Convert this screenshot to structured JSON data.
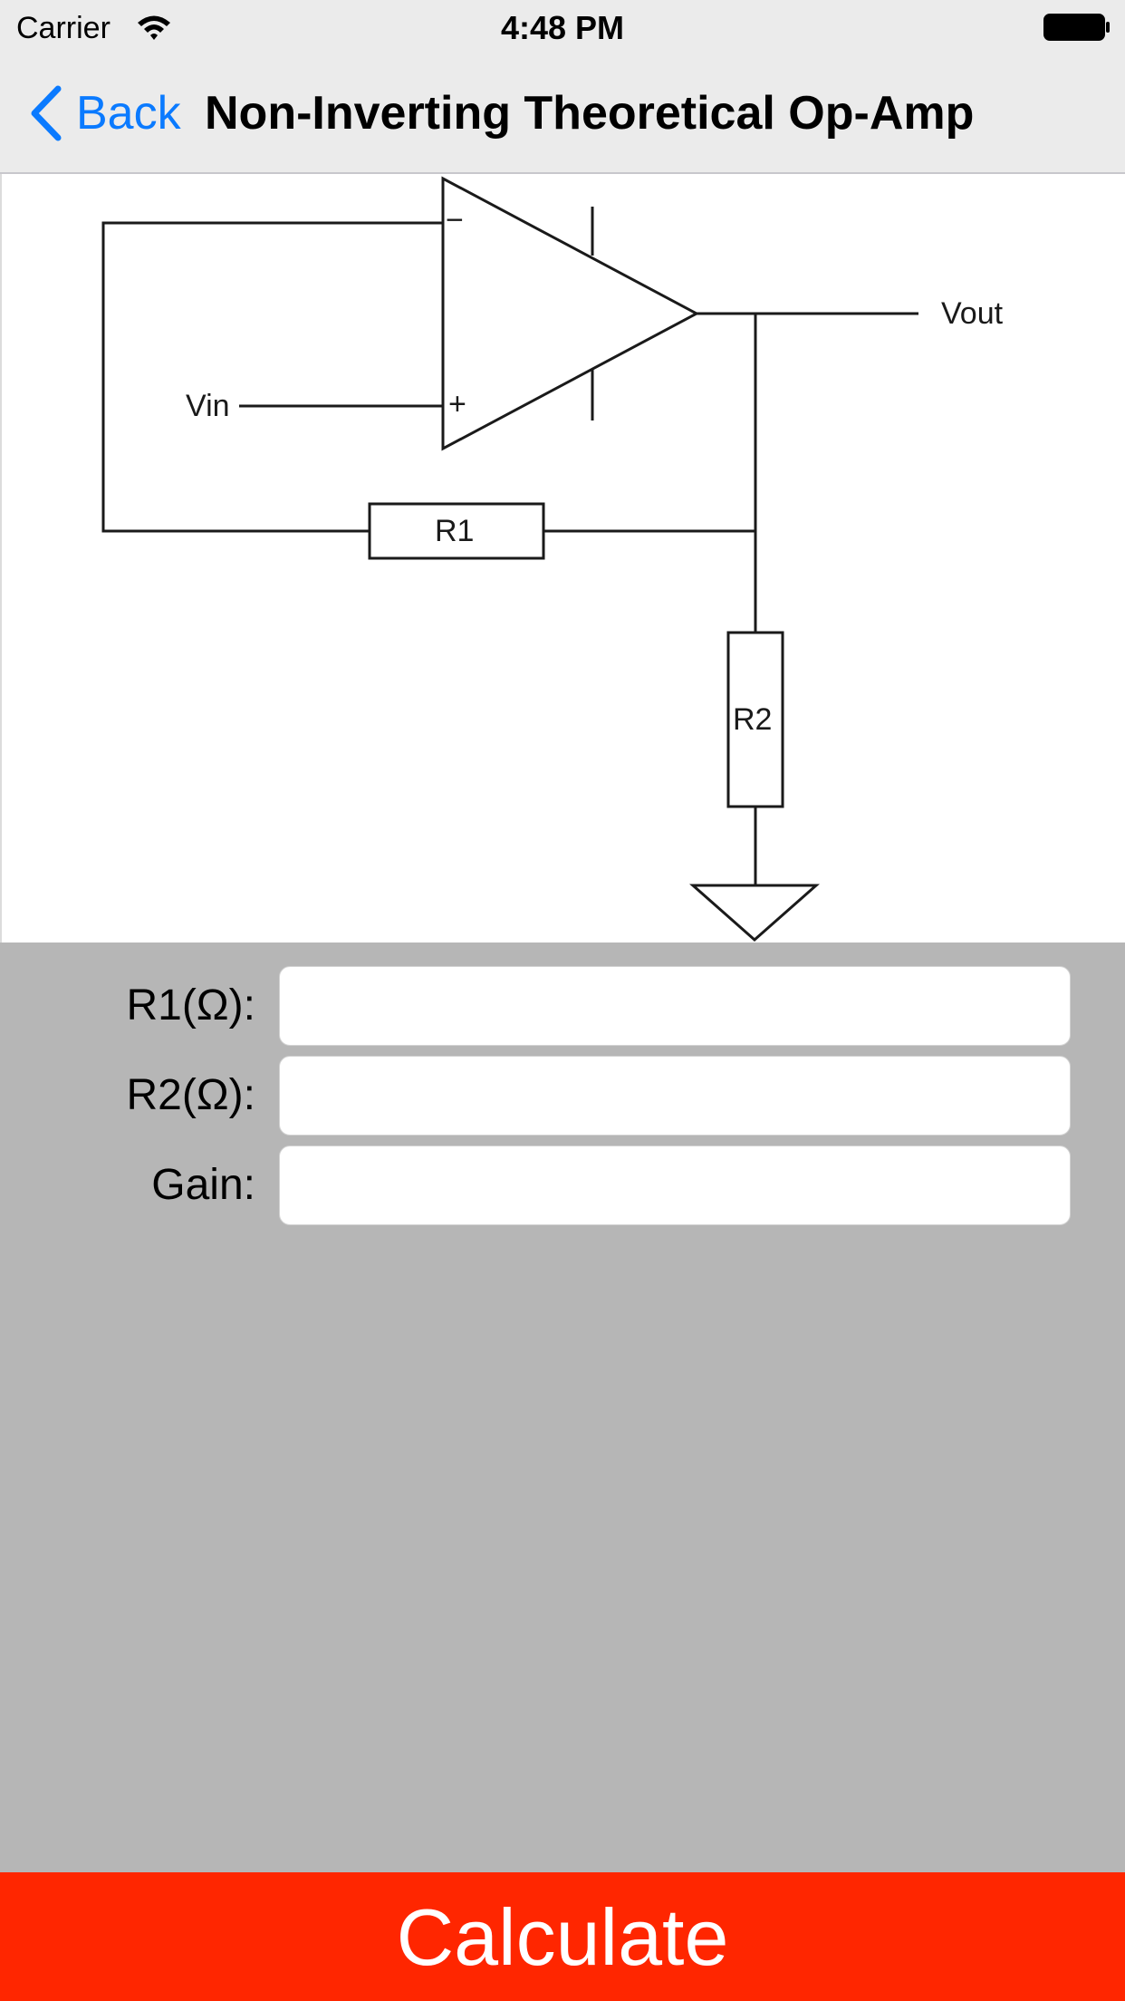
{
  "status_bar": {
    "carrier": "Carrier",
    "time": "4:48 PM"
  },
  "nav": {
    "back_label": "Back",
    "title": "Non-Inverting Theoretical Op-Amp",
    "accent_color": "#0a7aff"
  },
  "diagram": {
    "vin_label": "Vin",
    "vout_label": "Vout",
    "r1_label": "R1",
    "r2_label": "R2",
    "minus_sign": "−",
    "plus_sign": "+"
  },
  "form": {
    "fields": [
      {
        "label": "R1(Ω):",
        "value": ""
      },
      {
        "label": "R2(Ω):",
        "value": ""
      },
      {
        "label": "Gain:",
        "value": ""
      }
    ]
  },
  "calculate": {
    "label": "Calculate",
    "color": "#ff2600"
  }
}
